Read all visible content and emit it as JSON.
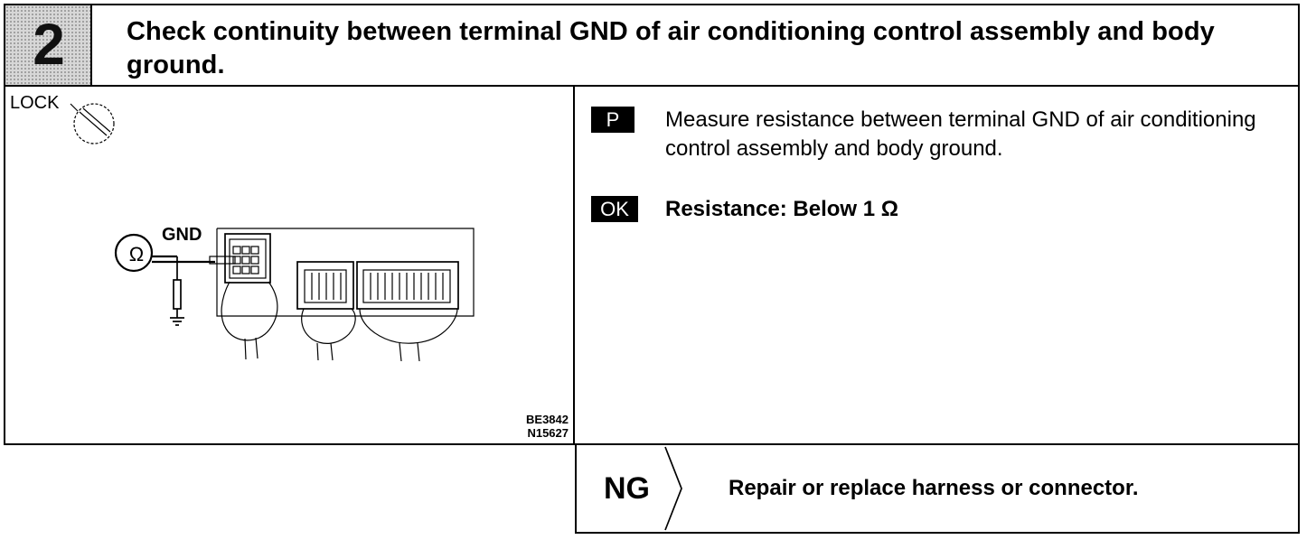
{
  "step": {
    "number": "2",
    "title": "Check continuity between terminal GND of air conditioning control assembly and body ground."
  },
  "illustration": {
    "lock_label": "LOCK",
    "ground_terminal_label": "GND",
    "meter_symbol": "Ω",
    "figure_codes": [
      "BE3842",
      "N15627"
    ]
  },
  "procedure": {
    "badge": "P",
    "text": "Measure resistance between terminal GND of air conditioning control assembly and body ground."
  },
  "specification": {
    "badge": "OK",
    "text": "Resistance: Below 1 Ω"
  },
  "result": {
    "status": "NG",
    "action": "Repair or replace harness or connector."
  },
  "icons": {
    "lock": "lock-icon",
    "meter": "ohmmeter-icon",
    "ground": "ground-icon",
    "connector": "connector-icon",
    "arrow": "chevron-right-icon"
  }
}
